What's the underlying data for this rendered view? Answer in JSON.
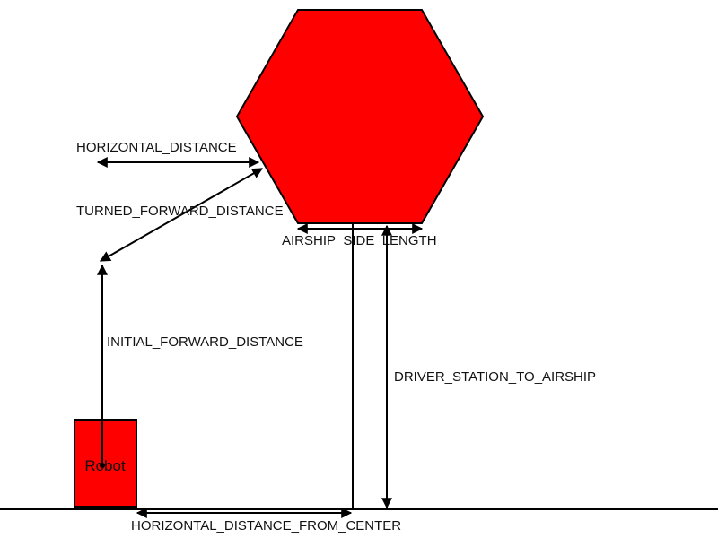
{
  "diagram": {
    "colors": {
      "shape_fill": "#ff0000",
      "stroke": "#000000",
      "background": "#ffffff"
    },
    "labels": {
      "horizontal_distance": "HORIZONTAL_DISTANCE",
      "turned_forward_distance": "TURNED_FORWARD_DISTANCE",
      "airship_side_length": "AIRSHIP_SIDE_LENGTH",
      "initial_forward_distance": "INITIAL_FORWARD_DISTANCE",
      "driver_station_to_airship": "DRIVER_STATION_TO_AIRSHIP",
      "horizontal_distance_from_center": "HORIZONTAL_DISTANCE_FROM_CENTER",
      "robot": "Robot"
    }
  }
}
